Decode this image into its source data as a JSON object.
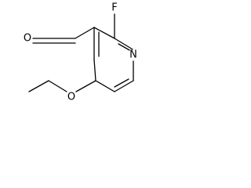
{
  "structure": {
    "atoms": {
      "fluorine": "F",
      "ring_nitrogen": "N",
      "aldehyde_oxygen": "O",
      "ether_oxygen": "O"
    }
  },
  "colors": {
    "ink": "#000000",
    "background": "#ffffff"
  }
}
